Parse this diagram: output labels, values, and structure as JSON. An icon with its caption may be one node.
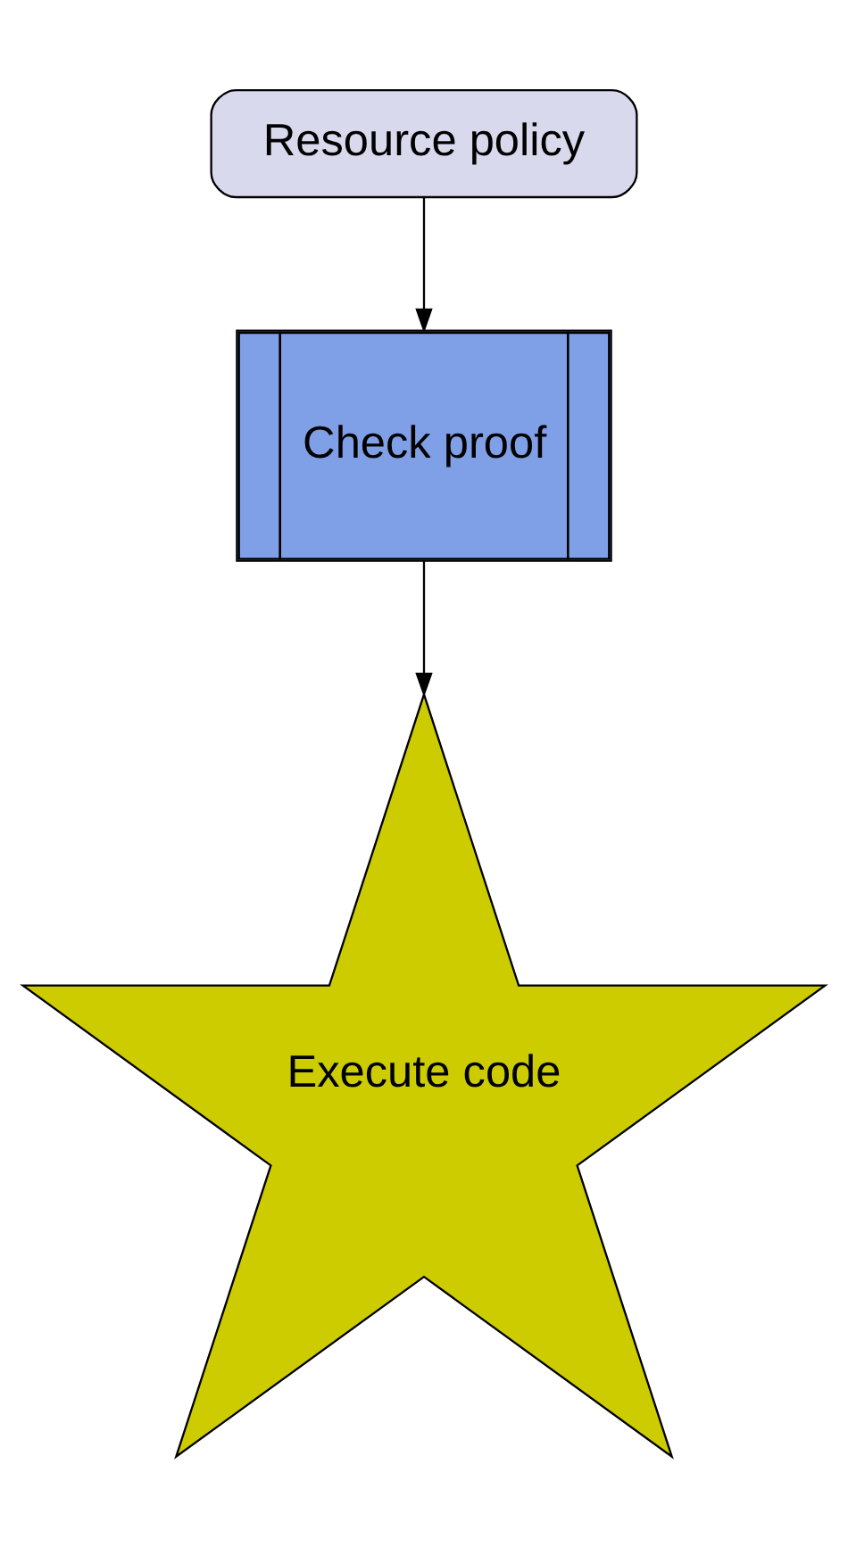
{
  "diagram": {
    "nodes": [
      {
        "text": [
          "Resource policy"
        ]
      },
      {
        "text": [
          "Check proof"
        ]
      },
      {
        "text": [
          "Execute code"
        ]
      }
    ],
    "edges": [
      {
        "from": 0,
        "to": 1,
        "arrow": "to"
      },
      {
        "from": 1,
        "to": 2,
        "arrow": "to"
      }
    ]
  }
}
